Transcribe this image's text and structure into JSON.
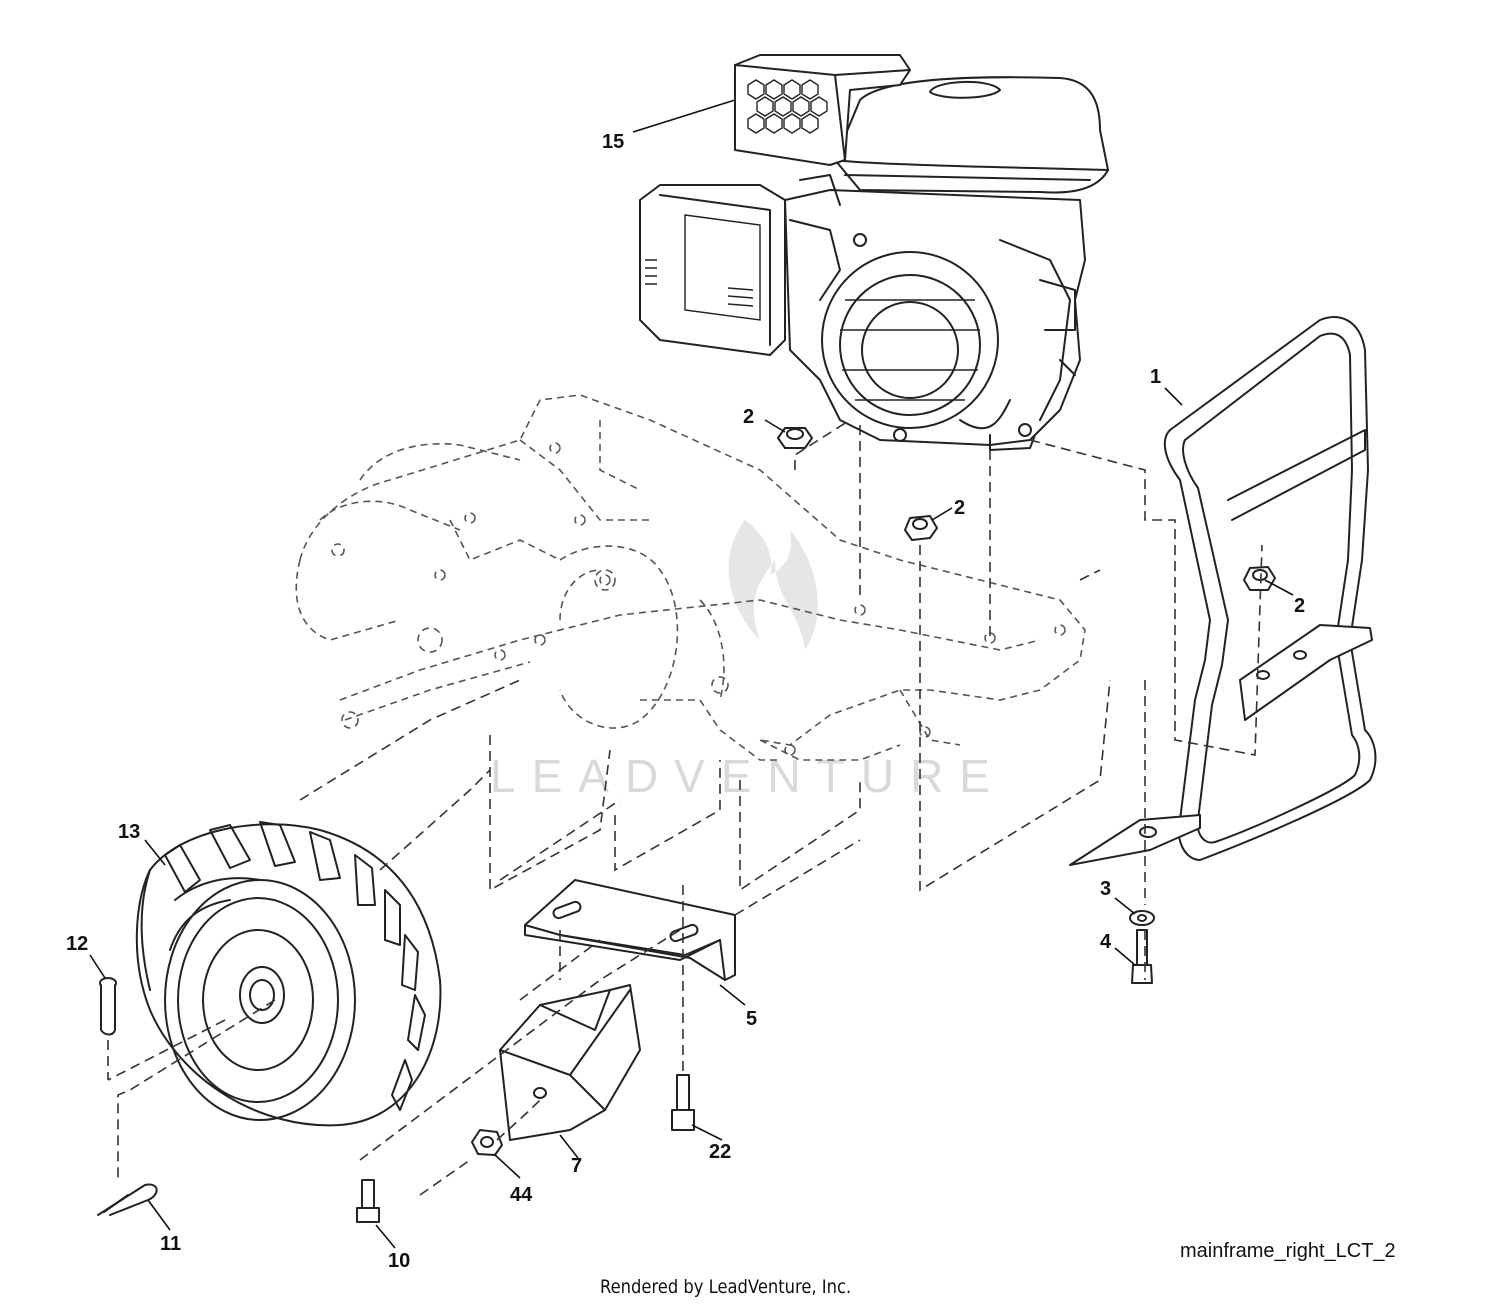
{
  "diagram": {
    "callouts": [
      {
        "id": "callout-15",
        "label": "15"
      },
      {
        "id": "callout-1",
        "label": "1"
      },
      {
        "id": "callout-2a",
        "label": "2"
      },
      {
        "id": "callout-2b",
        "label": "2"
      },
      {
        "id": "callout-2c",
        "label": "2"
      },
      {
        "id": "callout-13",
        "label": "13"
      },
      {
        "id": "callout-12",
        "label": "12"
      },
      {
        "id": "callout-3",
        "label": "3"
      },
      {
        "id": "callout-4",
        "label": "4"
      },
      {
        "id": "callout-5",
        "label": "5"
      },
      {
        "id": "callout-22",
        "label": "22"
      },
      {
        "id": "callout-7",
        "label": "7"
      },
      {
        "id": "callout-44",
        "label": "44"
      },
      {
        "id": "callout-11",
        "label": "11"
      },
      {
        "id": "callout-10",
        "label": "10"
      }
    ],
    "watermark": "LEADVENTURE",
    "reference_code": "mainframe_right_LCT_2",
    "credit": "Rendered by LeadVenture, Inc."
  }
}
